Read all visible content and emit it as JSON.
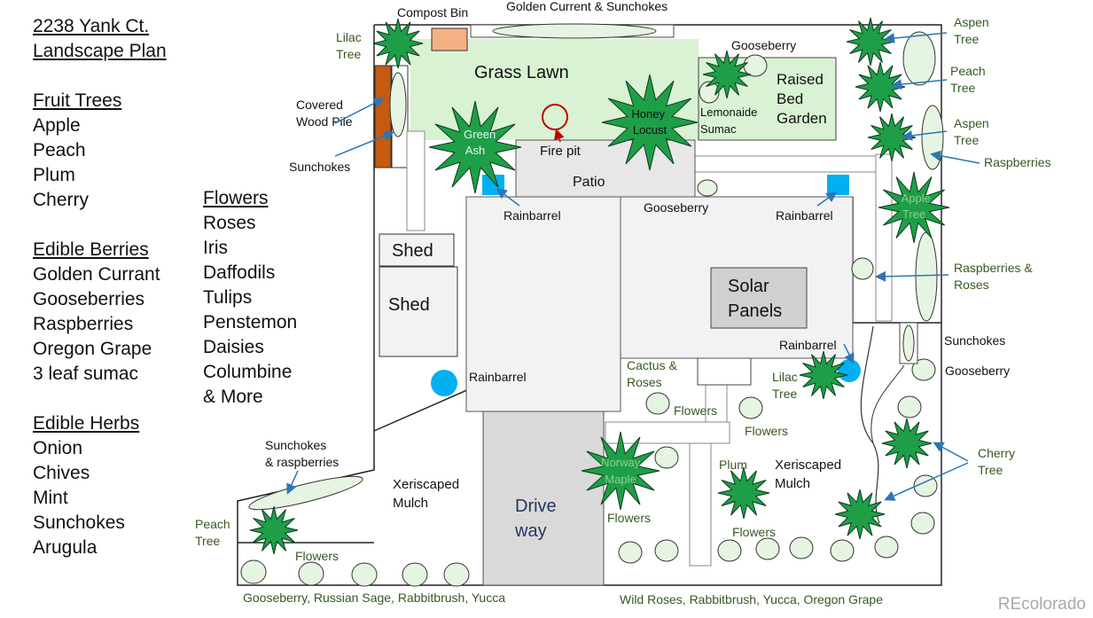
{
  "title": [
    "2238 Yank Ct.",
    "Landscape Plan"
  ],
  "lists": {
    "fruit_trees": {
      "heading": "Fruit Trees",
      "items": [
        "Apple",
        "Peach",
        "Plum",
        "Cherry"
      ]
    },
    "edible_berries": {
      "heading": "Edible Berries",
      "items": [
        "Golden Currant",
        "Gooseberries",
        "Raspberries",
        "Oregon Grape",
        "3 leaf sumac"
      ]
    },
    "edible_herbs": {
      "heading": "Edible Herbs",
      "items": [
        "Onion",
        "Chives",
        "Mint",
        "Sunchokes",
        "Arugula"
      ]
    },
    "flowers": {
      "heading": "Flowers",
      "items": [
        "Roses",
        "Iris",
        "Daffodils",
        "Tulips",
        "Penstemon",
        "Daisies",
        "Columbine",
        "& More"
      ]
    }
  },
  "plan": {
    "structures": {
      "lawn": "Grass Lawn",
      "patio": "Patio",
      "fire_pit": "Fire pit",
      "raised_bed": [
        "Raised",
        "Bed",
        "Garden"
      ],
      "shed_1": "Shed",
      "shed_2": "Shed",
      "solar": [
        "Solar",
        "Panels"
      ],
      "driveway": [
        "Drive",
        "way"
      ]
    },
    "labels": {
      "compost_bin": "Compost Bin",
      "golden_currant": "Golden Current & Sunchokes",
      "lilac_tree_1": [
        "Lilac",
        "Tree"
      ],
      "covered_wood_pile": [
        "Covered",
        "Wood Pile"
      ],
      "sunchokes_left": "Sunchokes",
      "gooseberry_top": "Gooseberry",
      "green_ash": [
        "Green",
        "Ash"
      ],
      "honey_locust": [
        "Honey",
        "Locust"
      ],
      "lemonade_sumac": [
        "Lemonaide",
        "Sumac"
      ],
      "aspen_tree_1": [
        "Aspen",
        "Tree"
      ],
      "peach_tree_1": [
        "Peach",
        "Tree"
      ],
      "aspen_tree_2": [
        "Aspen",
        "Tree"
      ],
      "raspberries": "Raspberries",
      "apple_tree": [
        "Apple",
        "Tree"
      ],
      "raspberries_roses": [
        "Raspberries &",
        "Roses"
      ],
      "rainbarrel_1": "Rainbarrel",
      "rainbarrel_2": "Rainbarrel",
      "rainbarrel_3": "Rainbarrel",
      "rainbarrel_4": "Rainbarrel",
      "gooseberry_mid": "Gooseberry",
      "sunchokes_right": "Sunchokes",
      "gooseberry_right": "Gooseberry",
      "cactus_roses": [
        "Cactus &",
        "Roses"
      ],
      "lilac_tree_2": [
        "Lilac",
        "Tree"
      ],
      "flowers_1": "Flowers",
      "flowers_2": "Flowers",
      "flowers_3": "Flowers",
      "flowers_4": "Flowers",
      "flowers_5": "Flowers",
      "sunchokes_raspberries": [
        "Sunchokes",
        "& raspberries"
      ],
      "xeriscaped_1": [
        "Xeriscaped",
        "Mulch"
      ],
      "xeriscaped_2": [
        "Xeriscaped",
        "Mulch"
      ],
      "norway_maple": [
        "Norway",
        "Maple"
      ],
      "plum": "Plum",
      "cherry_tree": [
        "Cherry",
        "Tree"
      ],
      "peach_tree_2": [
        "Peach",
        "Tree"
      ],
      "bottom_left": "Gooseberry, Russian Sage, Rabbitbrush, Yucca",
      "bottom_right": "Wild Roses, Rabbitbrush, Yucca, Oregon Grape"
    }
  },
  "watermark": "REcolorado",
  "colors": {
    "tree": "#1f9e48",
    "lawn": "#d9f2d3",
    "shrub": "#e6f5e1",
    "annotation": "#385723",
    "arrow": "#2e75b6",
    "rainbarrel": "#00b0f0",
    "compost": "#f4b183",
    "woodpile": "#c55a11",
    "building": "#f2f2f2",
    "solar": "#d0d0d0",
    "driveway": "#d9d9d9"
  }
}
